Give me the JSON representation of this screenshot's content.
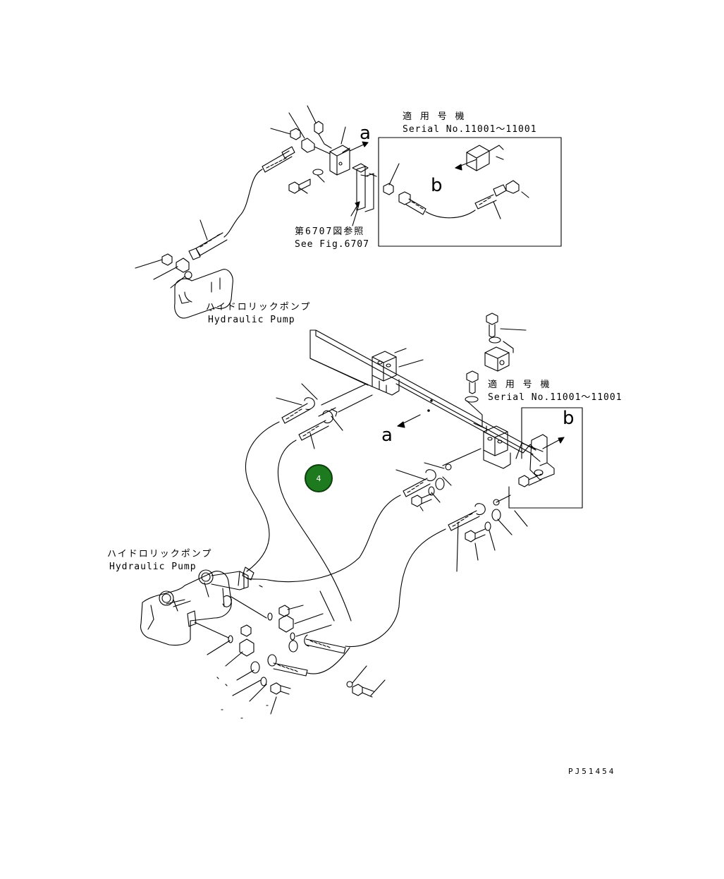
{
  "colors": {
    "line": "#000000",
    "badge": "#1e7a1e",
    "background": "#ffffff"
  },
  "labels": {
    "serial_jp_top": "適 用 号 機",
    "serial_en_top": "Serial No.11001～11001",
    "serial_jp_right": "適 用 号 機",
    "serial_en_right": "Serial No.11001～11001",
    "see_fig_jp": "第6707図参照",
    "see_fig_en": "See Fig.6707",
    "pump_jp_top": "ハイドロリックポンプ",
    "pump_en_top": "Hydraulic Pump",
    "pump_jp_left": "ハイドロリックポンプ",
    "pump_en_left": "Hydraulic Pump",
    "view_a_top": "a",
    "view_a_main": "a",
    "view_b_inset": "b",
    "view_b_right": "b",
    "drawing_number": "PJ51454"
  },
  "badge": {
    "label": "4"
  }
}
